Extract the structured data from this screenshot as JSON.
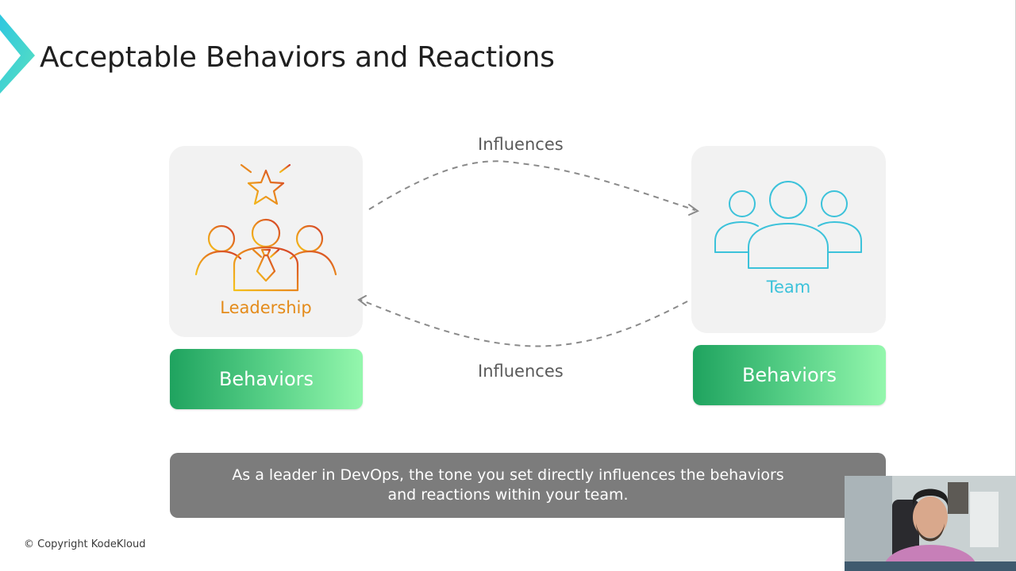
{
  "slide": {
    "title": "Acceptable Behaviors and Reactions",
    "copyright": "© Copyright KodeKloud"
  },
  "diagram": {
    "leadership": {
      "label": "Leadership",
      "behaviors_label": "Behaviors",
      "icon": "leadership-group-star-icon"
    },
    "team": {
      "label": "Team",
      "behaviors_label": "Behaviors",
      "icon": "team-group-icon"
    },
    "top_arrow_label": "Influences",
    "bottom_arrow_label": "Influences"
  },
  "caption": {
    "text": "As a leader in DevOps, the tone you set directly influences the behaviors and reactions within your team."
  },
  "colors": {
    "leadership_gradient": [
      "#f5b81e",
      "#e07a1e",
      "#d23a2a"
    ],
    "team_accent": "#3cc2da",
    "behaviors_gradient": [
      "#1fa35f",
      "#94f7ad"
    ],
    "caption_bg": "#7c7c7c"
  }
}
